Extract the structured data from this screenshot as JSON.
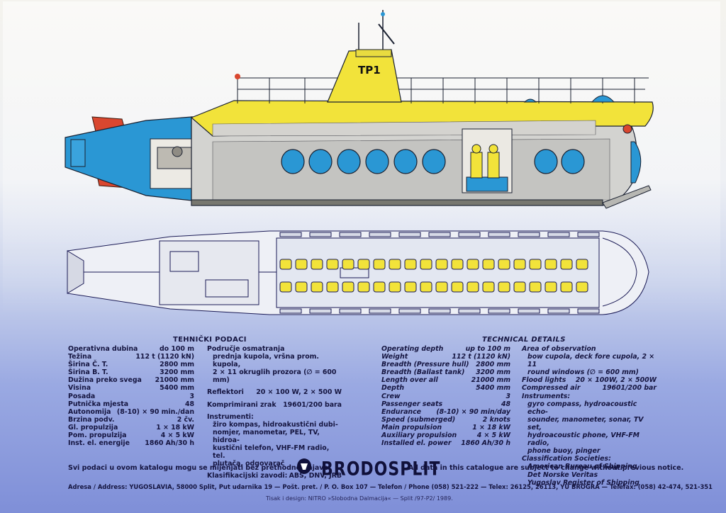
{
  "drawing": {
    "tower_label": "TP1"
  },
  "left": {
    "title": "TEHNIČKI PODACI",
    "specs": [
      {
        "label": "Operativna dubina",
        "value": "do 100 m"
      },
      {
        "label": "Težina",
        "value": "112 t (1120 kN)"
      },
      {
        "label": "Širina Č. T.",
        "value": "2800 mm"
      },
      {
        "label": "Širina B. T.",
        "value": "3200 mm"
      },
      {
        "label": "Dužina preko svega",
        "value": "21000 mm"
      },
      {
        "label": "Visina",
        "value": "5400 mm"
      },
      {
        "label": "Posada",
        "value": "3"
      },
      {
        "label": "Putnička mjesta",
        "value": "48"
      },
      {
        "label": "Autonomija",
        "value": "(8-10) × 90 min./dan"
      },
      {
        "label": "Brzina podv.",
        "value": "2 čv."
      },
      {
        "label": "Gl. propulzija",
        "value": "1 × 18 kW"
      },
      {
        "label": "Pom. propulzija",
        "value": "4 × 5 kW"
      },
      {
        "label": "Inst. el. energije",
        "value": "1860 Ah/30 h"
      }
    ],
    "obs_title": "Područje osmatranja",
    "obs_text1": "prednja kupola, vršna prom. kupola,",
    "obs_text2": "2 × 11 okruglih prozora (∅ = 600",
    "obs_text3": "mm)",
    "reflectors_label": "Reflektori",
    "reflectors_value": "20 × 100 W, 2 × 500 W",
    "air_label": "Komprimirani zrak",
    "air_value": "19601/200 bara",
    "instr_title": "Instrumenti:",
    "instr_lines": [
      "žiro kompas, hidroakustični dubi-",
      "nomjer, manometar, PEL, TV, hidroa-",
      "kustični telefon, VHF-FM radio, tel.",
      "plutača, odgovarač"
    ],
    "class_label": "Klasifikacijski zavodi:",
    "class_value": "ABS, DNV, JRB",
    "note": "Svi podaci u ovom katalogu mogu se mijenjati bez prethodne najave."
  },
  "right": {
    "title": "TECHNICAL DETAILS",
    "specs": [
      {
        "label": "Operating depth",
        "value": "up to 100 m"
      },
      {
        "label": "Weight",
        "value": "112 t (1120 kN)"
      },
      {
        "label": "Breadth (Pressure hull)",
        "value": "2800 mm"
      },
      {
        "label": "Breadth (Ballast tank)",
        "value": "3200 mm"
      },
      {
        "label": "Length over all",
        "value": "21000 mm"
      },
      {
        "label": "Depth",
        "value": "5400 mm"
      },
      {
        "label": "Crew",
        "value": "3"
      },
      {
        "label": "Passenger seats",
        "value": "48"
      },
      {
        "label": "Endurance",
        "value": "(8-10) × 90 min/day"
      },
      {
        "label": "Speed (submerged)",
        "value": "2 knots"
      },
      {
        "label": "Main propulsion",
        "value": "1 × 18 kW"
      },
      {
        "label": "Auxiliary propulsion",
        "value": "4 × 5 kW"
      },
      {
        "label": "Installed el. power",
        "value": "1860 Ah/30 h"
      }
    ],
    "area_title": "Area of observation",
    "area_text1": "bow cupola, deck fore cupola, 2 × 11",
    "area_text2": "round windows (∅ = 600 mm)",
    "flood_label": "Flood lights",
    "flood_value": "20 × 100W, 2 × 500W",
    "air_label": "Compressed air",
    "air_value": "19601/200 bar",
    "instr_title": "Instruments:",
    "instr_lines": [
      "gyro compass, hydroacoustic echo-",
      "sounder, manometer, sonar, TV set,",
      "hydroacoustic phone, VHF-FM radio,",
      "phone buoy, pinger"
    ],
    "class_title": "Classification Societies:",
    "class_lines": [
      "American Bureau of Shipping",
      "Det Norske Veritas",
      "Yugoslav Register of Shipping"
    ],
    "note": "All data in this catalogue are subject to change without previous notice."
  },
  "brand": "BRODOSPLIT",
  "address": "Adresa / Address: YUGOSLAVIA, 58000 Split, Put udarnika 19 — Pošt. pret. / P. O. Box 107 — Telefon / Phone (058) 521-222 — Telex: 26125, 26113, YU BROGRA — Telefax: (058) 42-474, 521-351",
  "printer": "Tisak i design: NITRO »Slobodna Dalmacija« — Split /97-P2/ 1989."
}
